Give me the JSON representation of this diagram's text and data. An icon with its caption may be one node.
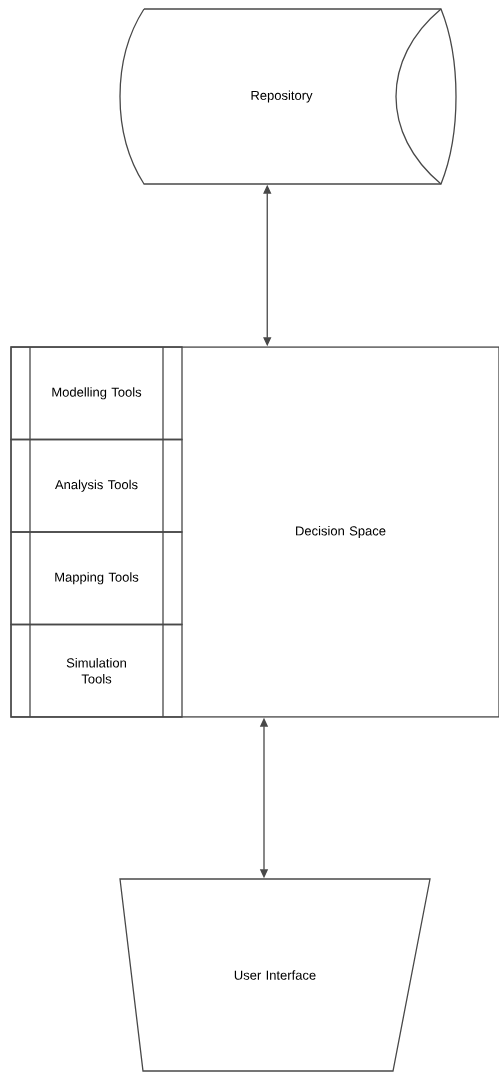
{
  "diagram": {
    "nodes": [
      {
        "text": [
          "Repository"
        ]
      },
      {
        "text": [
          "Decision Space"
        ]
      },
      {
        "text": [
          "Modelling Tools"
        ],
        "in": 1
      },
      {
        "text": [
          "Analysis Tools"
        ],
        "in": 1
      },
      {
        "text": [
          "Mapping Tools"
        ],
        "in": 1
      },
      {
        "text": [
          "Simulation Tools"
        ],
        "in": 1
      },
      {
        "text": [
          "User Interface"
        ]
      }
    ],
    "edges": [
      {
        "from": 0,
        "to": 1,
        "arrow": "both"
      },
      {
        "from": 1,
        "to": 6,
        "arrow": "both"
      }
    ]
  }
}
